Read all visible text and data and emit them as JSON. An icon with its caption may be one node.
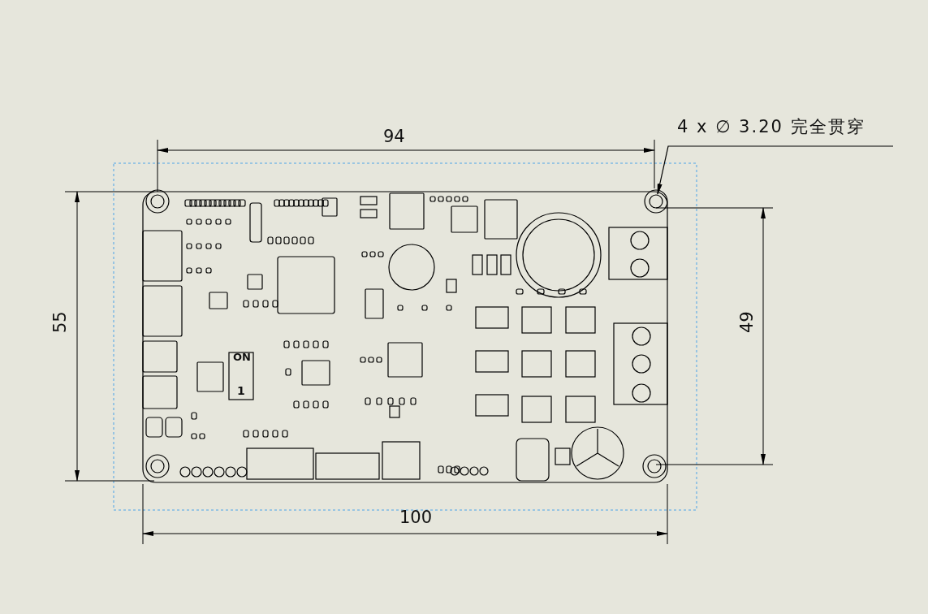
{
  "diagram": {
    "nodes": [
      {
        "text": [
          "4 x ∅ 3.20 完全贯穿"
        ]
      },
      {
        "text": [],
        "shape": "circle"
      }
    ],
    "edges": [
      {
        "from": 0,
        "to": 1,
        "arrow": "to"
      }
    ],
    "labels": [
      "94",
      "55",
      "ON",
      "1",
      "49",
      "100"
    ]
  }
}
